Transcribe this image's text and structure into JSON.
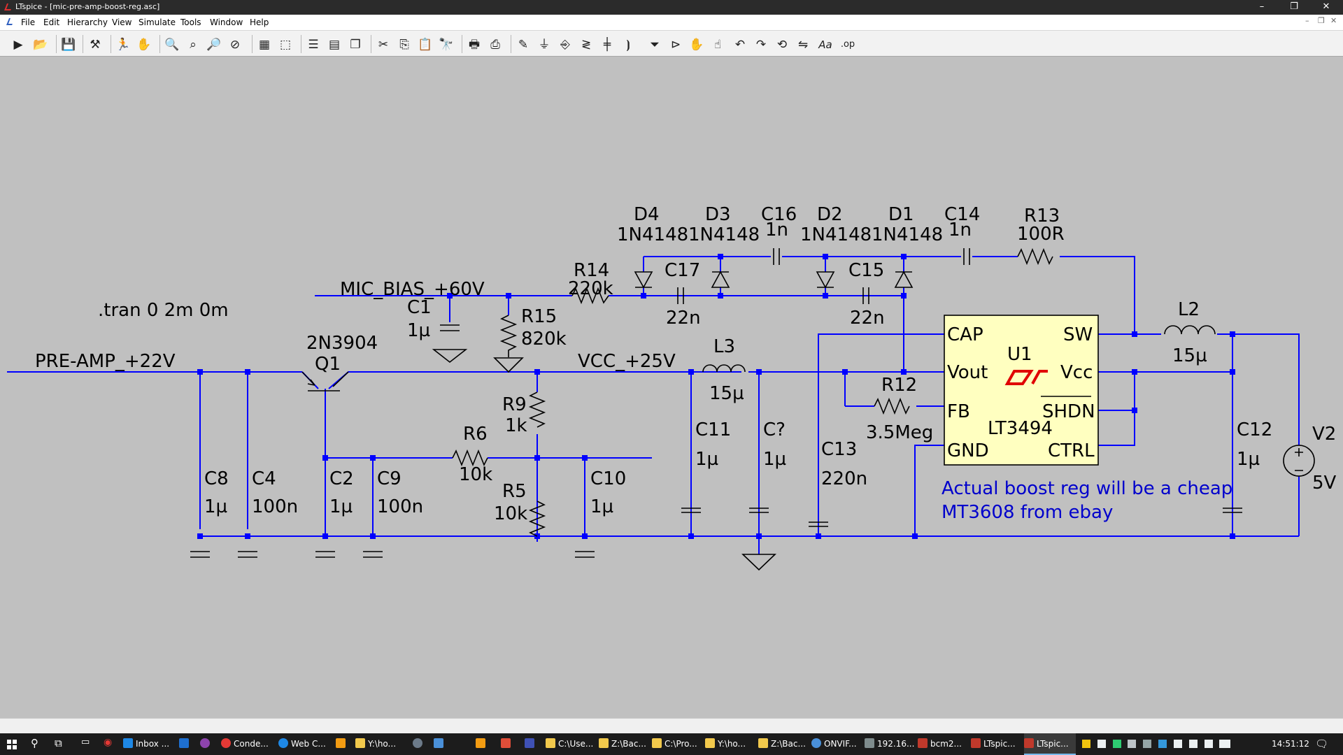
{
  "window": {
    "title": "LTspice - [mic-pre-amp-boost-reg.asc]",
    "minimize": "–",
    "maximize": "❐",
    "close": "✕"
  },
  "menu": {
    "items": [
      "File",
      "Edit",
      "Hierarchy",
      "View",
      "Simulate",
      "Tools",
      "Window",
      "Help"
    ]
  },
  "toolbar": {
    "buttons": [
      "run-icon",
      "open-icon",
      "save-icon",
      "control-panel-icon",
      "halt-icon",
      "pan-icon",
      "zoom-in-icon",
      "zoom-back-icon",
      "zoom-out-icon",
      "zoom-fit-icon",
      "autorange-icon",
      "waveform-icon",
      "tile-horizontal-icon",
      "tile-vertical-icon",
      "cascade-icon",
      "cut-icon",
      "copy-icon",
      "paste-icon",
      "find-icon",
      "print-setup-icon",
      "print-icon",
      "draw-wire-icon",
      "ground-icon",
      "label-net-icon",
      "resistor-icon",
      "capacitor-icon",
      "inductor-icon",
      "diode-icon",
      "component-icon",
      "move-icon",
      "drag-icon",
      "undo-icon",
      "redo-icon",
      "rotate-icon",
      "mirror-icon",
      "text-icon",
      "spice-directive-icon"
    ],
    "text_tool_label": "Aa",
    "directive_label": ".op"
  },
  "schematic": {
    "wire_color": "#0000ff",
    "text_color": "#000000",
    "comment_color": "#0000cc",
    "ic_fill": "#ffffc0",
    "logo_color": "#e00000",
    "directive": ".tran 0 2m 0m",
    "nets": {
      "pre_amp": "PRE-AMP_+22V",
      "mic_bias": "MIC_BIAS_+60V",
      "vcc": "VCC_+25V"
    },
    "transistor": {
      "ref": "Q1",
      "model": "2N3904"
    },
    "resistors": [
      {
        "ref": "R14",
        "value": "220k"
      },
      {
        "ref": "R15",
        "value": "820k"
      },
      {
        "ref": "R9",
        "value": "1k"
      },
      {
        "ref": "R6",
        "value": "10k"
      },
      {
        "ref": "R5",
        "value": "10k"
      },
      {
        "ref": "R12",
        "value": "3.5Meg"
      },
      {
        "ref": "R13",
        "value": "100R"
      }
    ],
    "capacitors": [
      {
        "ref": "C1",
        "value": "1µ"
      },
      {
        "ref": "C8",
        "value": "1µ"
      },
      {
        "ref": "C4",
        "value": "100n"
      },
      {
        "ref": "C2",
        "value": "1µ"
      },
      {
        "ref": "C9",
        "value": "100n"
      },
      {
        "ref": "C10",
        "value": "1µ"
      },
      {
        "ref": "C11",
        "value": "1µ"
      },
      {
        "ref": "C?",
        "value": "1µ"
      },
      {
        "ref": "C13",
        "value": "220n"
      },
      {
        "ref": "C12",
        "value": "1µ"
      },
      {
        "ref": "C17",
        "value": "22n"
      },
      {
        "ref": "C15",
        "value": "22n"
      },
      {
        "ref": "C16",
        "value": "1n"
      },
      {
        "ref": "C14",
        "value": "1n"
      }
    ],
    "diodes": [
      {
        "ref": "D4",
        "model": "1N4148"
      },
      {
        "ref": "D3",
        "model": "1N4148"
      },
      {
        "ref": "D2",
        "model": "1N4148"
      },
      {
        "ref": "D1",
        "model": "1N4148"
      }
    ],
    "inductors": [
      {
        "ref": "L3",
        "value": "15µ"
      },
      {
        "ref": "L2",
        "value": "15µ"
      }
    ],
    "source": {
      "ref": "V2",
      "value": "5V"
    },
    "ic": {
      "ref": "U1",
      "part": "LT3494",
      "pins": {
        "cap": "CAP",
        "sw": "SW",
        "vout": "Vout",
        "vcc": "Vcc",
        "fb": "FB",
        "shdn": "SHDN",
        "gnd": "GND",
        "ctrl": "CTRL"
      }
    },
    "comment": [
      "Actual boost reg will be a cheap",
      "MT3608 from ebay"
    ]
  },
  "taskbar": {
    "items": [
      {
        "label": "Inbox ...",
        "color": "#1e88e5"
      },
      {
        "label": "",
        "color": "#1e6fd0"
      },
      {
        "label": "Conde...",
        "color": "#e53935"
      },
      {
        "label": "Web C...",
        "color": "#1e88e5"
      },
      {
        "label": "",
        "color": "#f39c12"
      },
      {
        "label": "Y:\\ho...",
        "color": "#f2c94c"
      },
      {
        "label": "",
        "color": "#6c7a89"
      },
      {
        "label": "",
        "color": "#4a90d9"
      },
      {
        "label": "",
        "color": "#f39c12"
      },
      {
        "label": "",
        "color": "#e04e39"
      },
      {
        "label": "",
        "color": "#3f51b5"
      },
      {
        "label": "C:\\Use...",
        "color": "#f2c94c"
      },
      {
        "label": "Z:\\Bac...",
        "color": "#f2c94c"
      },
      {
        "label": "C:\\Pro...",
        "color": "#f2c94c"
      },
      {
        "label": "Y:\\ho...",
        "color": "#f2c94c"
      },
      {
        "label": "Z:\\Bac...",
        "color": "#f2c94c"
      },
      {
        "label": "ONVIF...",
        "color": "#4a90d9"
      },
      {
        "label": "192.16...",
        "color": "#7f8c8d"
      },
      {
        "label": "bcm2...",
        "color": "#c0392b"
      },
      {
        "label": "LTspic...",
        "color": "#c0392b"
      },
      {
        "label": "LTspic...",
        "color": "#c0392b"
      }
    ],
    "clock": "14:51:12"
  }
}
